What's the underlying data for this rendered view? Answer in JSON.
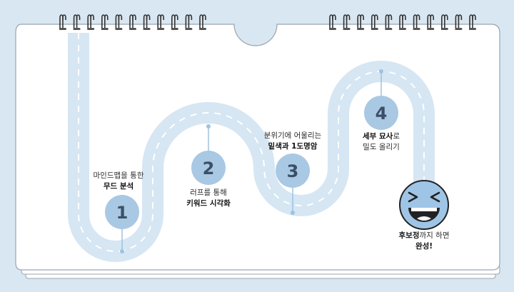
{
  "colors": {
    "background": "#d9e7f2",
    "paper": "#ffffff",
    "paper_stroke": "#9aa5ae",
    "road": "#d6e6f3",
    "road_dash": "#ffffff",
    "node_fill": "#a9c8e3",
    "node_text": "#3b4f66",
    "connector": "#9fc2df",
    "face_fill": "#9fc5e6",
    "face_stroke": "#222222",
    "ring": "#333333"
  },
  "steps": [
    {
      "number": "1",
      "line1_plain": "마인드맵을 통한",
      "line2_bold": "무드 분석"
    },
    {
      "number": "2",
      "line1_plain": "러프를 통해",
      "line2_bold": "키워드 시각화"
    },
    {
      "number": "3",
      "line1_plain": "분위기에 어울리는",
      "line2_bold": "밑색과 1도명암"
    },
    {
      "number": "4",
      "line1_bold": "세부 묘사",
      "line1_plain": "로",
      "line2_plain": "밀도 올리기"
    }
  ],
  "finish": {
    "line1_bold": "후보정",
    "line1_plain": "까지 하면",
    "line2_bold": "완성!"
  },
  "icons": {
    "binding": "spiral-ring-icon",
    "finish": "laughing-face-icon"
  }
}
